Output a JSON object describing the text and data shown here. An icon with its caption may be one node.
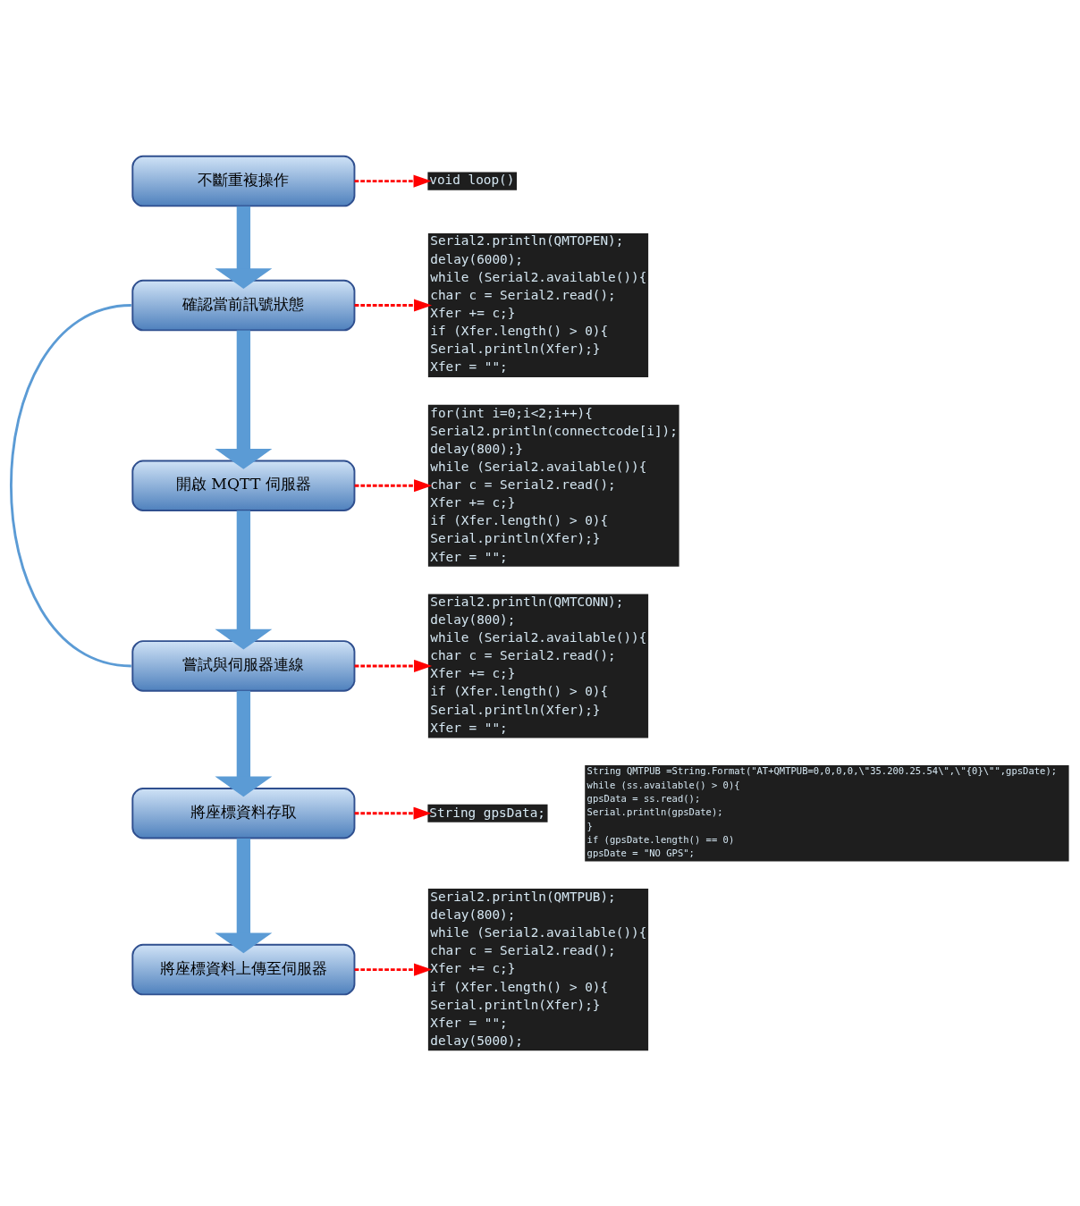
{
  "diagram": {
    "nodes": [
      {
        "text": [
          "不斷重複操作"
        ]
      },
      {
        "text": [
          "確認當前訊號狀態"
        ]
      },
      {
        "text": [
          "開啟 MQTT 伺服器"
        ]
      },
      {
        "text": [
          "嘗試與伺服器連線"
        ]
      },
      {
        "text": [
          "將座標資料存取"
        ]
      },
      {
        "text": [
          "將座標資料上傳至伺服器"
        ]
      },
      {
        "text": [
          "void loop()"
        ]
      },
      {
        "text": [
          "Serial2.println(QMTOPEN);",
          "delay(6000);",
          "while (Serial2.available()){",
          "char c = Serial2.read();",
          "Xfer += c;}",
          "if (Xfer.length() > 0){",
          "Serial.println(Xfer);}",
          "Xfer = \"\";"
        ]
      },
      {
        "text": [
          "for(int i=0;i<2;i++){",
          "Serial2.println(connectcode[i]);",
          "delay(800);}",
          "while (Serial2.available()){",
          "char c = Serial2.read();",
          "Xfer += c;}",
          "if (Xfer.length() > 0){",
          "Serial.println(Xfer);}",
          "Xfer = \"\";"
        ]
      },
      {
        "text": [
          "Serial2.println(QMTCONN);",
          "delay(800);",
          "while (Serial2.available()){",
          "char c = Serial2.read();",
          "Xfer += c;}",
          "if (Xfer.length() > 0){",
          "Serial.println(Xfer);}",
          "Xfer = \"\";"
        ]
      },
      {
        "text": [
          "String gpsData;"
        ]
      },
      {
        "text": [
          "String QMTPUB =String.Format(\"AT+QMTPUB=0,0,0,0,\\\"35.200.25.54\\\",\\\"{0}\\\"\",gpsDate);",
          "while (ss.available() > 0){",
          "gpsData = ss.read();",
          "Serial.println(gpsDate);",
          "}",
          "if (gpsDate.length() == 0)",
          "gpsDate = \"NO GPS\";"
        ]
      },
      {
        "text": [
          "Serial2.println(QMTPUB);",
          "delay(800);",
          "while (Serial2.available()){",
          "char c = Serial2.read();",
          "Xfer += c;}",
          "if (Xfer.length() > 0){",
          "Serial.println(Xfer);}",
          "Xfer = \"\";",
          "delay(5000);"
        ]
      }
    ],
    "edges": [
      {
        "from": 0,
        "to": 1,
        "arrow": "to",
        "style": "thick",
        "color": "#5b9bd5"
      },
      {
        "from": 1,
        "to": 2,
        "arrow": "to",
        "style": "thick",
        "color": "#5b9bd5"
      },
      {
        "from": 2,
        "to": 3,
        "arrow": "to",
        "style": "thick",
        "color": "#5b9bd5"
      },
      {
        "from": 3,
        "to": 4,
        "arrow": "to",
        "style": "thick",
        "color": "#5b9bd5"
      },
      {
        "from": 4,
        "to": 5,
        "arrow": "to",
        "style": "thick",
        "color": "#5b9bd5"
      },
      {
        "from": 3,
        "to": 1,
        "arrow": "none",
        "color": "#5b9bd5"
      },
      {
        "from": 0,
        "to": 6,
        "arrow": "to",
        "style": "dashed",
        "color": "#ff0000"
      },
      {
        "from": 1,
        "to": 7,
        "arrow": "to",
        "style": "dashed",
        "color": "#ff0000"
      },
      {
        "from": 2,
        "to": 8,
        "arrow": "to",
        "style": "dashed",
        "color": "#ff0000"
      },
      {
        "from": 3,
        "to": 9,
        "arrow": "to",
        "style": "dashed",
        "color": "#ff0000"
      },
      {
        "from": 4,
        "to": 10,
        "arrow": "to",
        "style": "dashed",
        "color": "#ff0000"
      },
      {
        "from": 5,
        "to": 12,
        "arrow": "to",
        "style": "dashed",
        "color": "#ff0000"
      }
    ]
  }
}
